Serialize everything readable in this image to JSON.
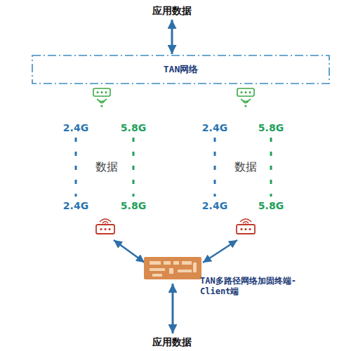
{
  "diagram": {
    "nodes": [
      {
        "text": [
          "应用数据"
        ]
      },
      {
        "text": [
          "TAN网络"
        ]
      },
      {
        "text": [
          "TAN多路径网络加固终端-Client端"
        ]
      },
      {
        "text": [
          "应用数据"
        ]
      }
    ],
    "edges": [
      {
        "from": 0,
        "to": 1,
        "arrow": "both"
      },
      {
        "from": 2,
        "to": 3,
        "arrow": "both"
      }
    ],
    "labels": [
      "2.4G",
      "5.8G",
      "2.4G",
      "5.8G",
      "数据",
      "数据",
      "2.4G",
      "5.8G",
      "2.4G",
      "5.8G"
    ]
  }
}
